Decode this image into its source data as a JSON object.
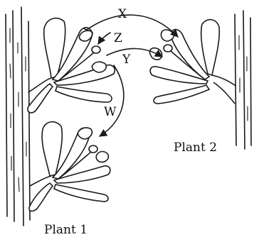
{
  "labels": {
    "arrow_x": "X",
    "arrow_y": "Y",
    "arrow_z": "Z",
    "arrow_w": "W",
    "plant_1": "Plant 1",
    "plant_2": "Plant 2"
  },
  "icons": {
    "plant_1_upper_flower": "flower-icon",
    "plant_1_lower_flower": "flower-icon",
    "plant_2_flower": "flower-icon",
    "plant_1_stem": "stem-icon",
    "plant_2_stem": "stem-icon"
  },
  "colors": {
    "ink": "#1a1a1a",
    "background": "#ffffff"
  }
}
